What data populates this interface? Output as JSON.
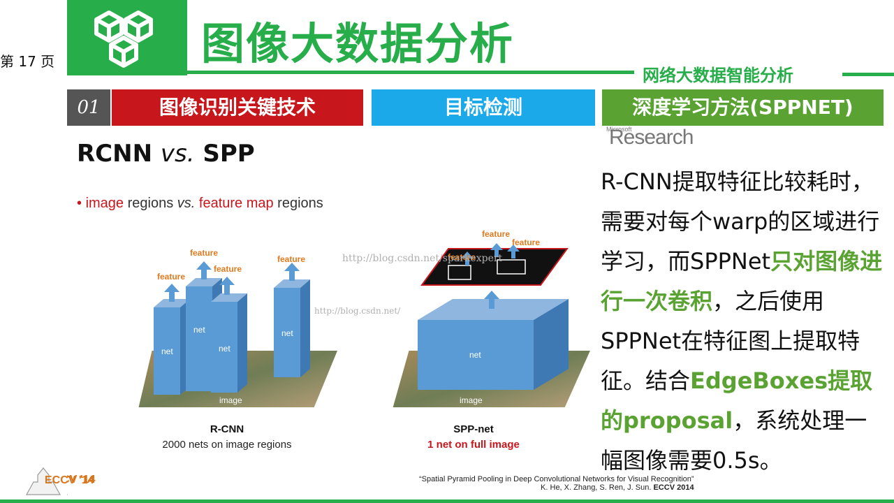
{
  "header": {
    "page_number": "第 17 页",
    "title": "图像大数据分析",
    "subtitle": "网络大数据智能分析",
    "logo_icon": "cubes-icon"
  },
  "sections": {
    "number": "01",
    "bar1": "图像识别关键技术",
    "bar2": "目标检测",
    "bar3": "深度学习方法(SPPNET)"
  },
  "slide": {
    "title_a": "RCNN ",
    "title_b": "vs.",
    "title_c": " SPP",
    "bullet_prefix": "• ",
    "bullet_red1": "image",
    "bullet_mid": " regions ",
    "bullet_vs": "vs.",
    "bullet_space": " ",
    "bullet_red2": "feature map",
    "bullet_end": " regions",
    "rcnn_caption": "R-CNN",
    "rcnn_sub": "2000 nets on image regions",
    "spp_caption": "SPP-net",
    "spp_sub": "1 net on full image",
    "label_feature": "feature",
    "label_net": "net",
    "label_image": "image",
    "watermark1": "http://blog.csdn.net/sparkexpert",
    "watermark2": "http://blog.csdn.net/",
    "eccv": "ECCV '14"
  },
  "logo": {
    "microsoft": "Microsoft",
    "research": "Research"
  },
  "body": {
    "t1": "R-CNN提取特征比较耗时，需要对每个warp的区域进行学习，而SPPNet",
    "g1": "只对图像进行一次卷积",
    "t2": "，之后使用SPPNet在特征图上提取特征。结合",
    "g2": "EdgeBoxes提取的proposal",
    "t3": "，系统处理一幅图像需要0.5s。"
  },
  "citation": {
    "line1": "“Spatial Pyramid Pooling in Deep Convolutional Networks for Visual Recognition”",
    "line2_a": "K. He, X. Zhang, S. Ren, J. Sun. ",
    "line2_b": "ECCV 2014"
  },
  "colors": {
    "green": "#27ae4a",
    "red": "#c8161d",
    "blue": "#1ba9ea",
    "olive": "#5aa332"
  }
}
